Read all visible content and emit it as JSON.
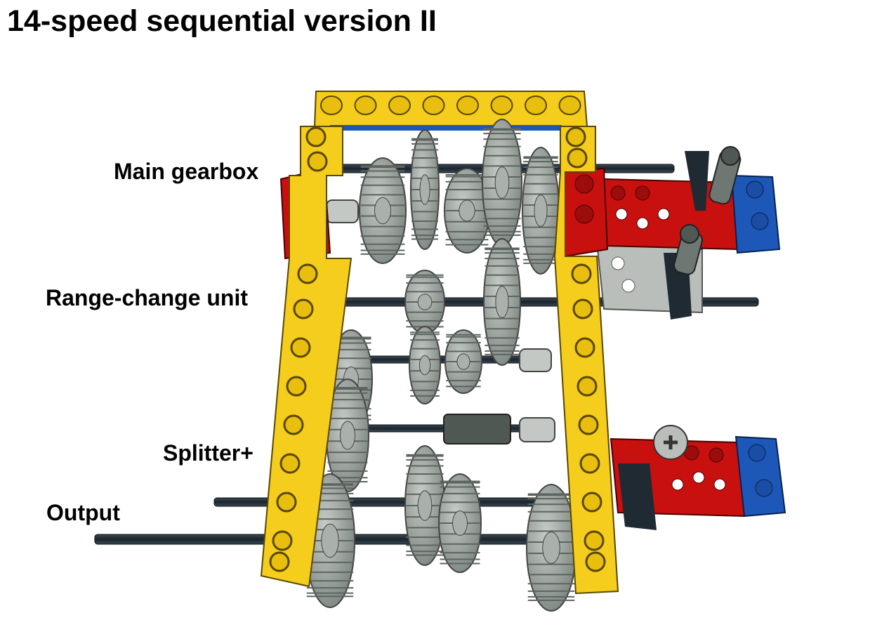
{
  "title": "14-speed sequential version II",
  "labels": {
    "main_gearbox": "Main gearbox",
    "range_change": "Range-change unit",
    "splitter": "Splitter+",
    "output": "Output"
  },
  "colors": {
    "beam_yellow": "#f5cd1c",
    "brick_red": "#c8100f",
    "brick_blue": "#1d57b8",
    "gear_gray": "#9aa19c",
    "axle_dark": "#1f2a33",
    "frame_gray": "#bfc4c1"
  }
}
